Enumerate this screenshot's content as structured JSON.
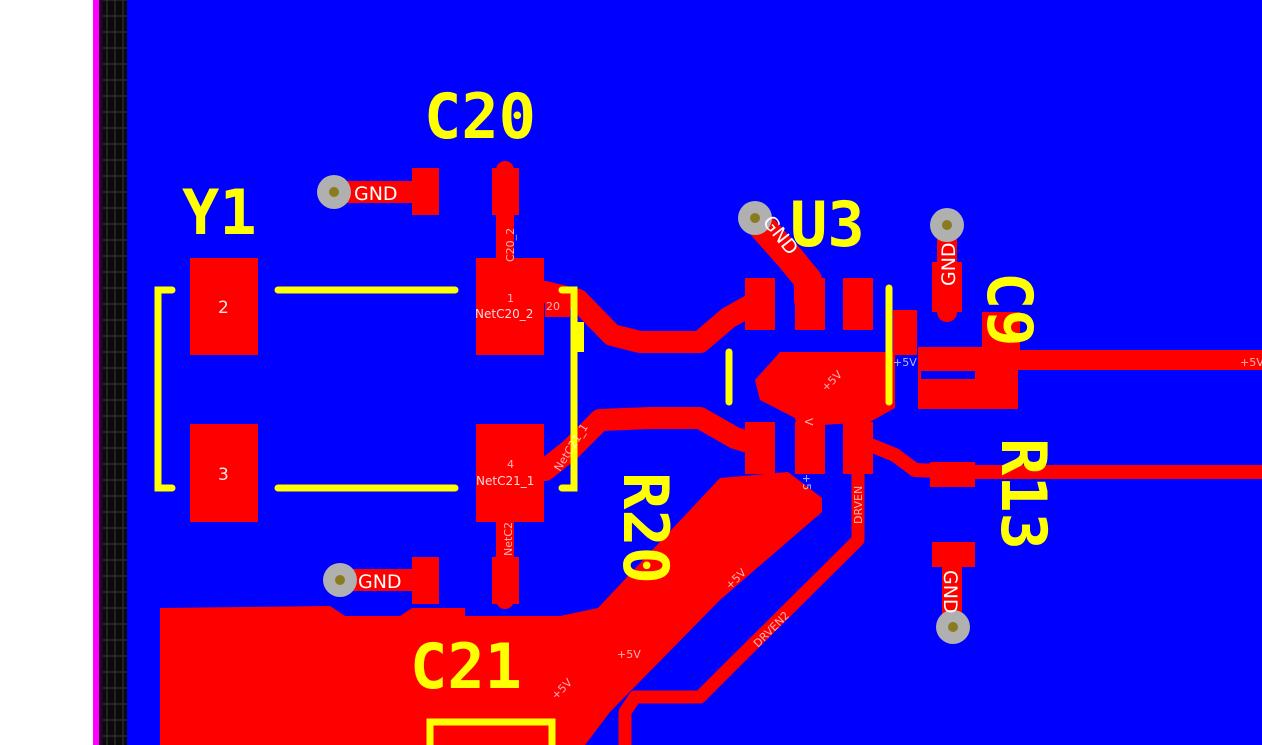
{
  "colors": {
    "background": "#ffffff",
    "board": "#0000ff",
    "copper": "#ff0000",
    "silkscreen": "#ffff00",
    "board_edge": "#ff00ff",
    "via": "#b0b0b0",
    "via_hole": "#8a7a20",
    "net_label": "#ffffff"
  },
  "designators": {
    "y1": "Y1",
    "c20": "C20",
    "c21": "C21",
    "c9": "C9",
    "u3": "U3",
    "r20": "R20",
    "r13": "R13"
  },
  "nets": {
    "gnd": "GND",
    "vcc": "+5V",
    "drven": "DRVEN",
    "drven2": "DRVEN2",
    "netc20_2": "NetC20_2",
    "netc21_1": "NetC21_1",
    "c20_2": "C20_2",
    "c20_short": "20",
    "netc21_short": "NetC21_1",
    "netc2_short": "NetC2",
    "v_short": "V",
    "five_short": "+5"
  },
  "pads": {
    "y1_pin2": "2",
    "y1_pin3": "3",
    "c20_pin1": "1",
    "c21_pin4": "4"
  }
}
